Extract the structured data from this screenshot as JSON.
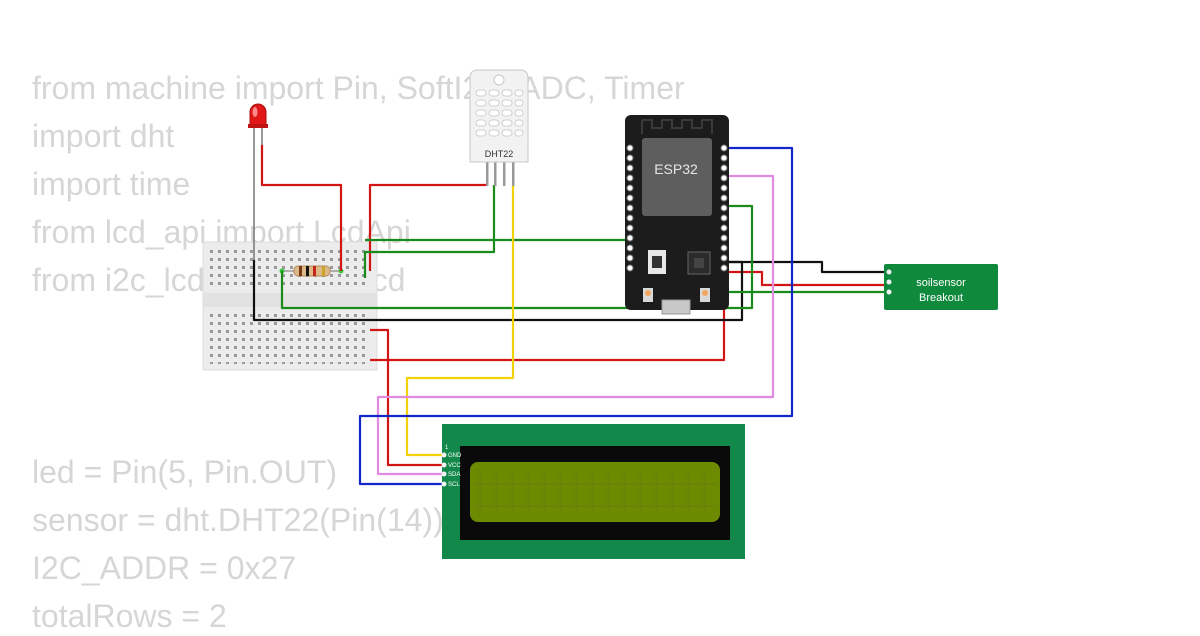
{
  "code_lines_top": [
    "from machine import Pin, SoftI2C, ADC, Timer",
    "import dht",
    "import time",
    "from lcd_api import LcdApi",
    "from i2c_lcd import I2cLcd"
  ],
  "code_lines_bottom": [
    "led = Pin(5, Pin.OUT)",
    "sensor = dht.DHT22(Pin(14))",
    "I2C_ADDR = 0x27",
    "totalRows = 2"
  ],
  "components": {
    "dht22": {
      "label": "DHT22"
    },
    "esp32": {
      "label": "ESP32"
    },
    "soil": {
      "line1": "soilsensor",
      "line2": "Breakout"
    },
    "lcd": {
      "pin1": "1",
      "pins": [
        "GND",
        "VCC",
        "SDA",
        "SCL"
      ]
    }
  },
  "colors": {
    "wire_red": "#d21414",
    "wire_black": "#111111",
    "wire_green": "#1a8a1a",
    "wire_yellow": "#f2d10a",
    "wire_pink": "#e28ae2",
    "wire_blue": "#1526c8",
    "code_text": "#d6d6d6"
  }
}
